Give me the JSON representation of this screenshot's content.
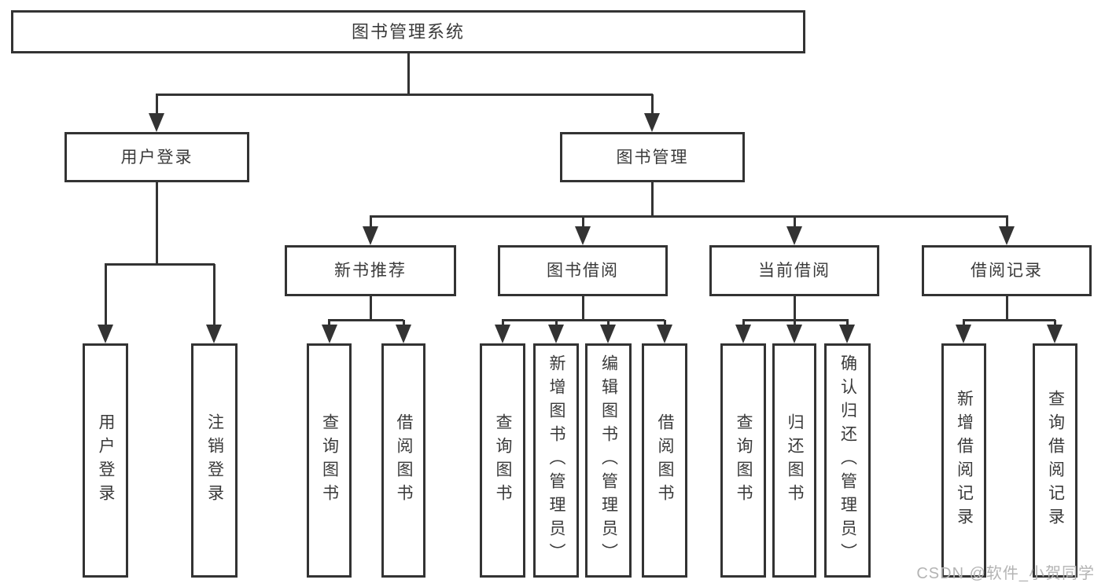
{
  "diagram_type": "hierarchy-tree",
  "colors": {
    "line": "#333333",
    "text": "#3a3a3a",
    "box_fill": "#ffffff",
    "background": "#ffffff",
    "watermark": "#b4b4b4"
  },
  "watermark": "CSDN @软件_小贺同学",
  "tree": {
    "label": "图书管理系统",
    "children": [
      {
        "label": "用户登录",
        "children": [
          {
            "label": "用户登录"
          },
          {
            "label": "注销登录"
          }
        ]
      },
      {
        "label": "图书管理",
        "children": [
          {
            "label": "新书推荐",
            "children": [
              {
                "label": "查询图书"
              },
              {
                "label": "借阅图书"
              }
            ]
          },
          {
            "label": "图书借阅",
            "children": [
              {
                "label": "查询图书"
              },
              {
                "label": "新增图书（管理员）"
              },
              {
                "label": "编辑图书（管理员）"
              },
              {
                "label": "借阅图书"
              }
            ]
          },
          {
            "label": "当前借阅",
            "children": [
              {
                "label": "查询图书"
              },
              {
                "label": "归还图书"
              },
              {
                "label": "确认归还（管理员）"
              }
            ]
          },
          {
            "label": "借阅记录",
            "children": [
              {
                "label": "新增借阅记录"
              },
              {
                "label": "查询借阅记录"
              }
            ]
          }
        ]
      }
    ]
  }
}
